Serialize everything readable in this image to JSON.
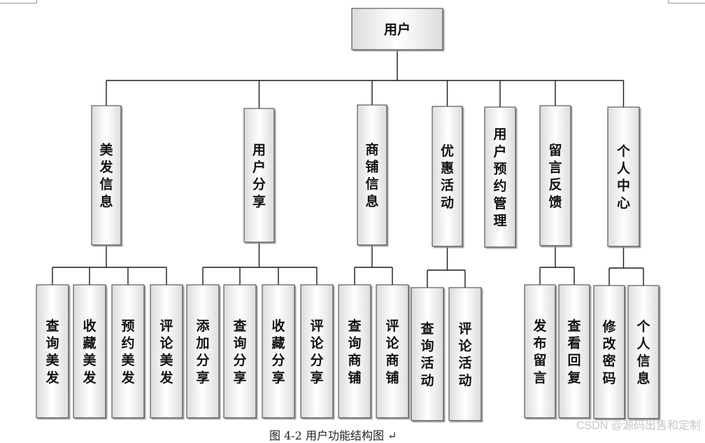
{
  "root": {
    "label": "用户"
  },
  "modules": [
    {
      "label": "美发信息",
      "children": [
        "查询美发",
        "收藏美发",
        "预约美发",
        "评论美发"
      ]
    },
    {
      "label": "用户分享",
      "children": [
        "添加分享",
        "查询分享",
        "收藏分享",
        "评论分享"
      ]
    },
    {
      "label": "商铺信息",
      "children": [
        "查询商铺",
        "评论商铺"
      ]
    },
    {
      "label": "优惠活动",
      "children": [
        "查询活动",
        "评论活动"
      ]
    },
    {
      "label": "用户预约管理",
      "children": []
    },
    {
      "label": "留言反馈",
      "children": [
        "发布留言",
        "查看回复"
      ]
    },
    {
      "label": "个人中心",
      "children": [
        "修改密码",
        "个人信息"
      ]
    }
  ],
  "caption": "图 4-2  用户功能结构图 ↵",
  "watermark": "CSDN @源码出售和定制"
}
